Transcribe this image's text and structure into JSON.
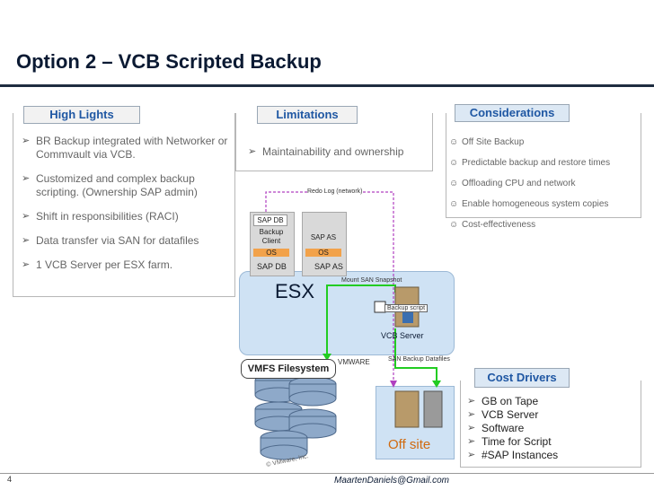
{
  "title": "Option  2 – VCB Scripted Backup",
  "highlights": {
    "heading": "High Lights",
    "items": [
      "BR Backup integrated with Networker or Commvault via VCB.",
      "Customized and complex backup scripting.   (Ownership SAP admin)",
      "Shift in responsibilities (RACI)",
      "Data transfer via SAN for datafiles",
      "1 VCB Server per ESX farm."
    ]
  },
  "limitations": {
    "heading": "Limitations",
    "items": [
      "Maintainability and ownership"
    ]
  },
  "considerations": {
    "heading": "Considerations",
    "items": [
      "Off Site Backup",
      "Predictable backup and restore times",
      "Offloading CPU and network",
      "Enable homogeneous system copies",
      "Cost-effectiveness"
    ]
  },
  "cost_drivers": {
    "heading": "Cost Drivers",
    "items": [
      "GB on Tape",
      "VCB Server",
      "Software",
      "Time for Script",
      "#SAP Instances"
    ]
  },
  "diagram": {
    "redo_log_label": "Redo Log (network)",
    "vm1": {
      "top": "SAP DB",
      "mid": "Backup Client",
      "os": "OS",
      "caption": "SAP DB"
    },
    "vm2": {
      "mid": "SAP AS",
      "os": "OS",
      "caption": "SAP AS"
    },
    "mount_label": "Mount SAN Snapshot",
    "backup_script_label": "Backup script",
    "esx_label": "ESX",
    "vcb_label": "VCB Server",
    "vmware_label": "VMWARE",
    "san_backup_label": "SAN Backup Datafiles",
    "vmfs_label": "VMFS Filesystem",
    "copyright_label": "© VMware, Inc.",
    "offsite_label": "Off site"
  },
  "footer": {
    "page_number": "4",
    "email": "MaartenDaniels@Gmail.com"
  },
  "colors": {
    "accent_blue": "#1f57a3",
    "esx_fill": "#cfe2f4",
    "os_orange": "#f2a24a",
    "flow_green": "#22cc22",
    "flow_purple": "#b040c0"
  }
}
